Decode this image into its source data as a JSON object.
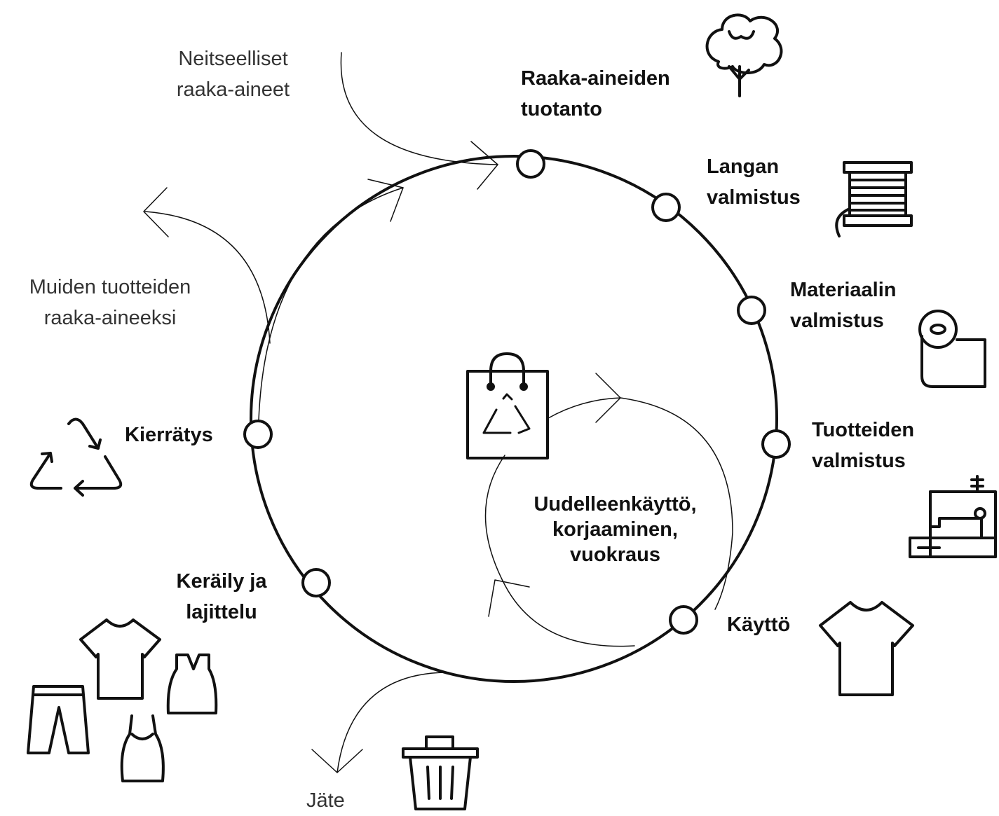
{
  "diagram": {
    "stages": [
      {
        "id": "raw",
        "line1": "Raaka-aineiden",
        "line2": "tuotanto",
        "icon": "tree-icon"
      },
      {
        "id": "yarn",
        "line1": "Langan",
        "line2": "valmistus",
        "icon": "yarn-spool-icon"
      },
      {
        "id": "material",
        "line1": "Materiaalin",
        "line2": "valmistus",
        "icon": "fabric-roll-icon"
      },
      {
        "id": "products",
        "line1": "Tuotteiden",
        "line2": "valmistus",
        "icon": "sewing-machine-icon"
      },
      {
        "id": "use",
        "line1": "Käyttö",
        "icon": "t-shirt-icon"
      },
      {
        "id": "collection",
        "line1": "Keräily ja",
        "line2": "lajittelu",
        "icon": "clothes-pile-icon"
      },
      {
        "id": "recycling",
        "line1": "Kierrätys",
        "icon": "recycle-icon"
      }
    ],
    "virgin": {
      "line1": "Neitseelliset",
      "line2": "raaka-aineet"
    },
    "other": {
      "line1": "Muiden tuotteiden",
      "line2": "raaka-aineeksi"
    },
    "reuse": {
      "line1": "Uudelleenkäyttö,",
      "line2": "korjaaminen,",
      "line3": "vuokraus",
      "icon": "recycled-bag-icon"
    },
    "waste": {
      "label": "Jäte",
      "icon": "trash-bin-icon"
    }
  }
}
